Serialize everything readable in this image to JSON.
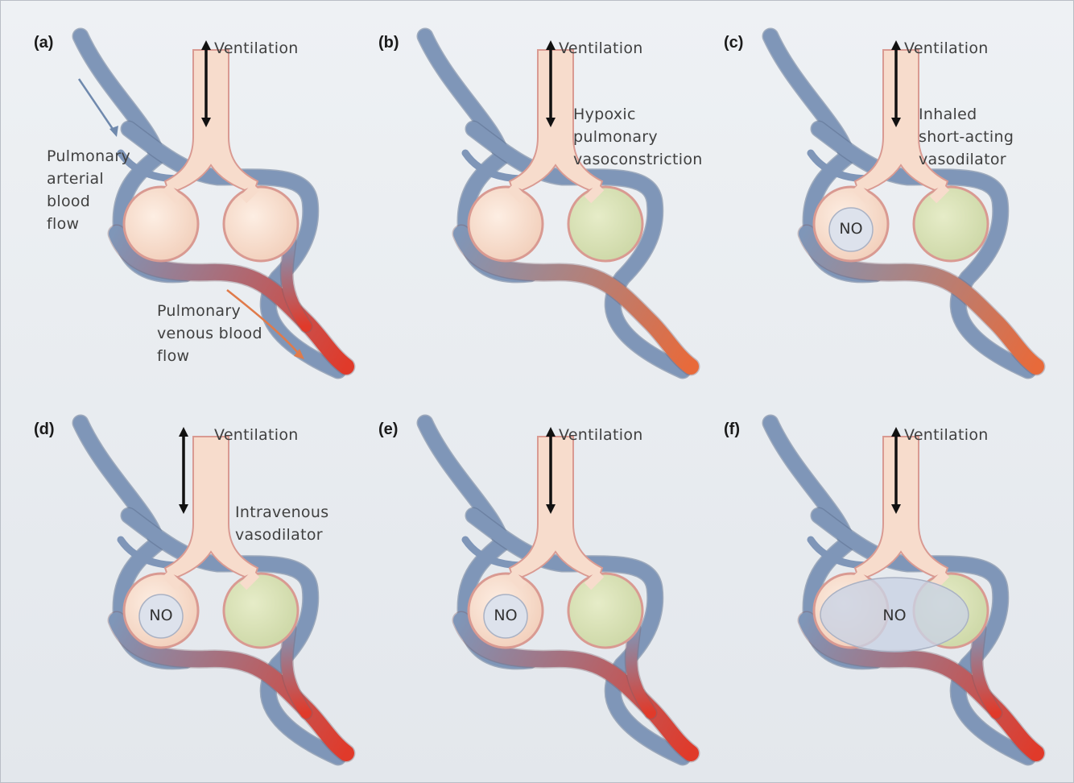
{
  "colors": {
    "artery": "#7f96b8",
    "artery_edge": "#5d7599",
    "vein_mixed": "#e86a3a",
    "vein_oxygenated": "#e03a2a",
    "airway": "#f7dccc",
    "airway_edge": "#d99a92",
    "hypoxic_alveolus": "#d9e2b8",
    "no_circle": "#dde2ec",
    "no_cloud": "#c9d2e4",
    "background": "#e6eaee",
    "arrow": "#111111"
  },
  "panels": [
    {
      "letter": "(a)",
      "ventilation": "Ventilation",
      "side_label": [
        "Pulmonary",
        "arterial",
        "blood",
        "flow"
      ],
      "bottom_label": [
        "Pulmonary",
        "venous blood",
        "flow"
      ]
    },
    {
      "letter": "(b)",
      "ventilation": "Ventilation",
      "side_label": [
        "Hypoxic",
        "pulmonary",
        "vasoconstriction"
      ]
    },
    {
      "letter": "(c)",
      "ventilation": "Ventilation",
      "side_label": [
        "Inhaled",
        "short-acting",
        "vasodilator"
      ],
      "no_label": "NO"
    },
    {
      "letter": "(d)",
      "ventilation": "Ventilation",
      "side_label": [
        "Intravenous",
        "vasodilator"
      ],
      "no_label": "NO"
    },
    {
      "letter": "(e)",
      "ventilation": "Ventilation",
      "no_label": "NO"
    },
    {
      "letter": "(f)",
      "ventilation": "Ventilation",
      "no_label": "NO"
    }
  ]
}
